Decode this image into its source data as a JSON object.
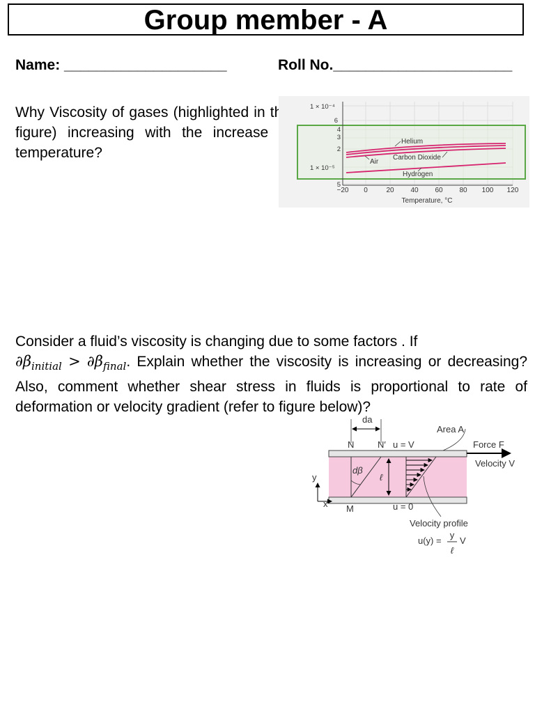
{
  "header": {
    "title": "Group member - A"
  },
  "form": {
    "name_label": "Name: ____________________",
    "roll_label": "Roll No.______________________"
  },
  "q1": {
    "text": "Why Viscosity of gases (highlighted in the figure) increasing with the increase in temperature?"
  },
  "figure1": {
    "y_ticks": [
      "1 × 10⁻⁴",
      "6",
      "4",
      "3",
      "2",
      "1 × 10⁻⁵",
      "5"
    ],
    "x_ticks": [
      "−20",
      "0",
      "20",
      "40",
      "60",
      "80",
      "100",
      "120"
    ],
    "xlabel": "Temperature, °C",
    "curves": [
      "Helium",
      "Carbon Dioxide",
      "Air",
      "Hydrogen"
    ],
    "highlight_color": "#5aa845",
    "curve_color": "#d6246e"
  },
  "q2": {
    "pre": "Consider a fluid’s viscosity is changing due to some factors . If",
    "math_initial": "∂β",
    "sub_initial": "initial",
    "math_gt": ">",
    "math_final": "∂β",
    "sub_final": "final",
    "post": ". Explain whether the viscosity is increasing or decreasing? Also, comment whether shear stress in fluids is proportional to rate of deformation or velocity gradient (refer to figure below)?"
  },
  "figure2": {
    "da": "da",
    "n": "N",
    "n_prime": "N′",
    "u_v": "u = V",
    "area": "Area A",
    "force": "Force F",
    "velocity": "Velocity V",
    "dbeta": "dβ",
    "ell": "ℓ",
    "y": "y",
    "x": "x",
    "m": "M",
    "u_0": "u = 0",
    "profile": "Velocity profile",
    "eq_lhs": "u(y) =",
    "eq_num": "y",
    "eq_den": "ℓ",
    "eq_v": "V",
    "fluid_color": "#f7c9de"
  }
}
